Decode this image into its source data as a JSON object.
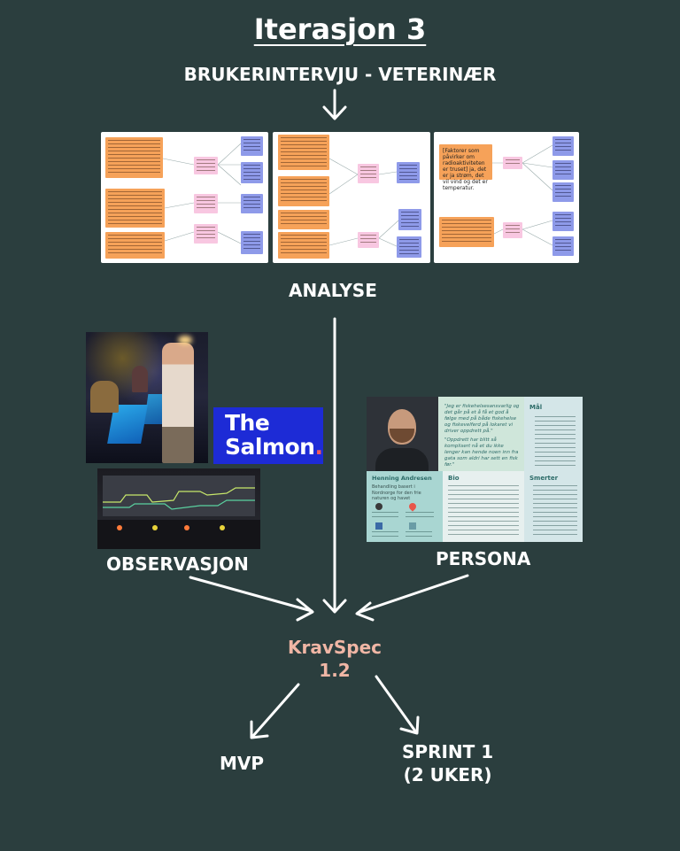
{
  "title": "Iterasjon 3",
  "steps": {
    "interview": "BRUKERINTERVJU - VETERINÆR",
    "analyse": "ANALYSE",
    "observasjon": "OBSERVASJON",
    "persona": "PERSONA",
    "kravspec_line1": "KravSpec",
    "kravspec_line2": "1.2",
    "mvp": "MVP",
    "sprint_line1": "SPRINT 1",
    "sprint_line2": "(2 UKER)"
  },
  "analysis_board3": {
    "main_note": "[Faktorer som påvirker om radioaktiviteten er truset] ja, det er ja strøm, det vil vind og det er temperatur."
  },
  "brand_logo": {
    "line1": "The",
    "line2": "Salmon",
    "dot": "."
  },
  "persona_card": {
    "name": "Henning Andresen",
    "subtitle": "Behandling basert i Nordnorge for den frie naturen og havet",
    "bio_heading": "Bio",
    "goals_heading": "Mål",
    "pains_heading": "Smerter",
    "quote1": "\"Jeg er fiskehelsesansvarlig og det går på et å få et god å følge med på både fiskehelse og fiskevelferd på lokaret vi driver oppdrett på.\"",
    "quote2": "\"Oppdrett har blitt så komplisert nå et du ikke lenger kan hende noen inn fra gata som aldri har sett en fisk før.\""
  },
  "colors": {
    "background": "#2b3e3e",
    "kravspec": "#f0b6a5",
    "note_orange": "#f6a259",
    "note_pink": "#f8c7e1",
    "note_blue": "#8e9ae9",
    "salmon_blue": "#1d2bd6"
  }
}
